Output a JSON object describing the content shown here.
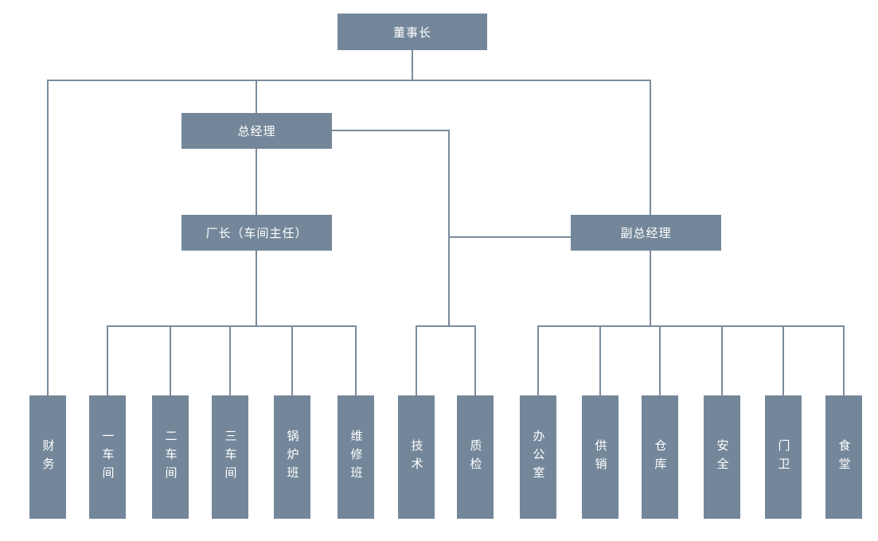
{
  "diagram": {
    "type": "org-chart",
    "language": "zh-CN",
    "colors": {
      "background": "#ffffff",
      "node_fill": "#74879A",
      "node_text": "#ffffff",
      "connector_line": "#7B8B9D"
    },
    "nodes": [
      {
        "id": "chairman",
        "label": "董事长"
      },
      {
        "id": "general-manager",
        "label": "总经理"
      },
      {
        "id": "factory-director",
        "label": "厂长（车间主任）"
      },
      {
        "id": "deputy-gm",
        "label": "副总经理"
      },
      {
        "id": "finance",
        "label": "财务"
      },
      {
        "id": "workshop-1",
        "label": "一车间"
      },
      {
        "id": "workshop-2",
        "label": "二车间"
      },
      {
        "id": "workshop-3",
        "label": "三车间"
      },
      {
        "id": "boiler-team",
        "label": "锅炉班"
      },
      {
        "id": "maintenance-team",
        "label": "维修班"
      },
      {
        "id": "technology",
        "label": "技术"
      },
      {
        "id": "quality-inspection",
        "label": "质检"
      },
      {
        "id": "office",
        "label": "办公室"
      },
      {
        "id": "supply-sales",
        "label": "供销"
      },
      {
        "id": "warehouse",
        "label": "仓库"
      },
      {
        "id": "safety",
        "label": "安全"
      },
      {
        "id": "gate-guard",
        "label": "门卫"
      },
      {
        "id": "canteen",
        "label": "食堂"
      }
    ],
    "relations": [
      {
        "from": "董事长",
        "to": "总经理"
      },
      {
        "from": "董事长",
        "to": "副总经理"
      },
      {
        "from": "董事长",
        "to": "财务"
      },
      {
        "from": "总经理",
        "to": "厂长（车间主任）"
      },
      {
        "from": "总经理",
        "to": "副总经理"
      },
      {
        "from": "总经理",
        "to": "技术"
      },
      {
        "from": "总经理",
        "to": "质检"
      },
      {
        "from": "厂长（车间主任）",
        "to": "一车间"
      },
      {
        "from": "厂长（车间主任）",
        "to": "二车间"
      },
      {
        "from": "厂长（车间主任）",
        "to": "三车间"
      },
      {
        "from": "厂长（车间主任）",
        "to": "锅炉班"
      },
      {
        "from": "厂长（车间主任）",
        "to": "维修班"
      },
      {
        "from": "副总经理",
        "to": "办公室"
      },
      {
        "from": "副总经理",
        "to": "供销"
      },
      {
        "from": "副总经理",
        "to": "仓库"
      },
      {
        "from": "副总经理",
        "to": "安全"
      },
      {
        "from": "副总经理",
        "to": "门卫"
      },
      {
        "from": "副总经理",
        "to": "食堂"
      }
    ]
  }
}
